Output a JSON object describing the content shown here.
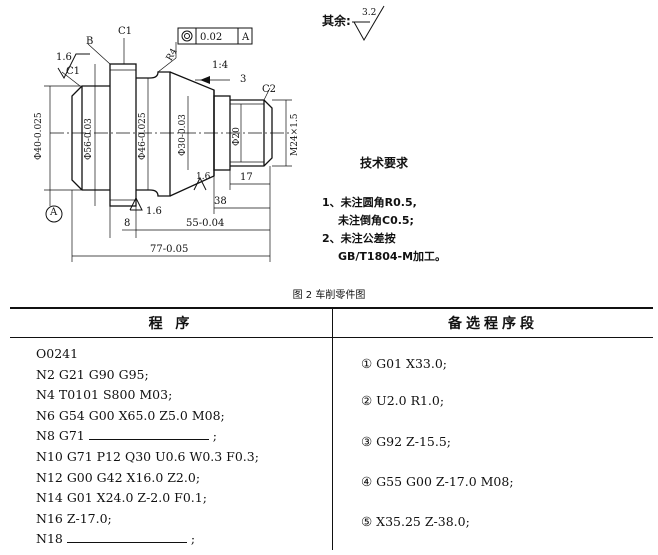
{
  "figure": {
    "rest_label": "其余:",
    "rest_roughness": "3.2",
    "caption": "图 2   车削零件图",
    "labels": {
      "b": "B",
      "c1_top": "C1",
      "c1_left": "C1",
      "c2": "C2",
      "r4": "R4",
      "rough_left": "1.6",
      "rough_mid": "1.6",
      "rough_bottom": "1.6",
      "taper": "1:4",
      "taper_3": "3",
      "runout_value": "0.02",
      "datum": "A",
      "datum_ref": "A",
      "dia40": "Φ40-0.025",
      "dia56": "Φ56-0.03",
      "dia46": "Φ46-0.025",
      "dia30": "Φ30-0.03",
      "dia20": "Φ20",
      "thread": "M24×1.5",
      "len17": "17",
      "len38": "38",
      "len8": "8",
      "len55": "55-0.04",
      "len77": "77-0.05"
    }
  },
  "tech": {
    "title": "技术要求",
    "lines": [
      "1、未注圆角R0.5,",
      "未注倒角C0.5;",
      "2、未注公差按",
      "GB/T1804-M加工。"
    ]
  },
  "table": {
    "header_left": "程  序",
    "header_right": "备选程序段",
    "program": [
      "O0241",
      "N2 G21 G90 G95;",
      "N4 T0101 S800 M03;",
      "N6 G54 G00 X65.0 Z5.0 M08;",
      "N8 G71",
      "N10 G71 P12 Q30 U0.6 W0.3 F0.3;",
      "N12 G00 G42 X16.0 Z2.0;",
      "N14 G01 X24.0 Z-2.0 F0.1;",
      "N16 Z-17.0;",
      "N18"
    ],
    "blank_suffix": ";",
    "options": [
      "① G01 X33.0;",
      "② U2.0 R1.0;",
      "③ G92 Z-15.5;",
      "④ G55 G00 Z-17.0 M08;",
      "⑤ X35.25 Z-38.0;"
    ]
  }
}
